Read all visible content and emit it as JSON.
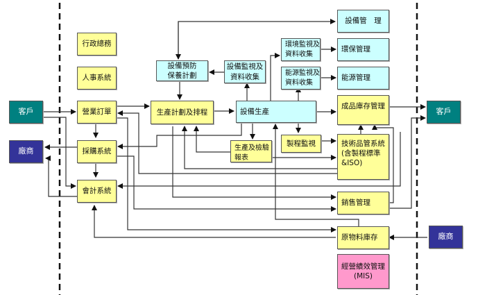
{
  "diagram": {
    "type": "system-flow",
    "description": "Enterprise information system flow: customers and vendors outside dashed boundaries, internal business and production systems inside",
    "colors": {
      "internal_system": "#ffff99",
      "equipment_system": "#ccffff",
      "customer": "#008080",
      "vendor": "#333399",
      "mis": "#ff99cc",
      "line": "#333333"
    },
    "nodes": {
      "admin": "行政總務",
      "hr": "人事系統",
      "sales_order": "營業訂單",
      "purchasing": "採購系統",
      "accounting": "會計系統",
      "customer_left": "客戶",
      "vendor_left": "廠商",
      "equip_maint_plan": "設備預防\n保養計劃",
      "equip_monitor": "設備監視及\n資料收集",
      "prod_plan": "生產計劃及排程",
      "equip_prod": "設備生產",
      "prod_report": "生產及檢驗\n報表",
      "process_monitor": "製程監視",
      "equip_mgmt": "設備管　理",
      "env_monitor": "環境監視及\n資料收集",
      "env_mgmt": "環保管理",
      "energy_monitor": "能源監視及\n資料收集",
      "energy_mgmt": "能源管理",
      "finished_goods": "成品庫存管理",
      "tech_qc": "技術品管系統\n(含製程標準\n&ISO)",
      "sales_mgmt": "銷售管理",
      "raw_material": "原物料庫存",
      "mis": "經營績效管理\n(MIS)",
      "customer_right": "客戶",
      "vendor_right": "廠商"
    }
  }
}
